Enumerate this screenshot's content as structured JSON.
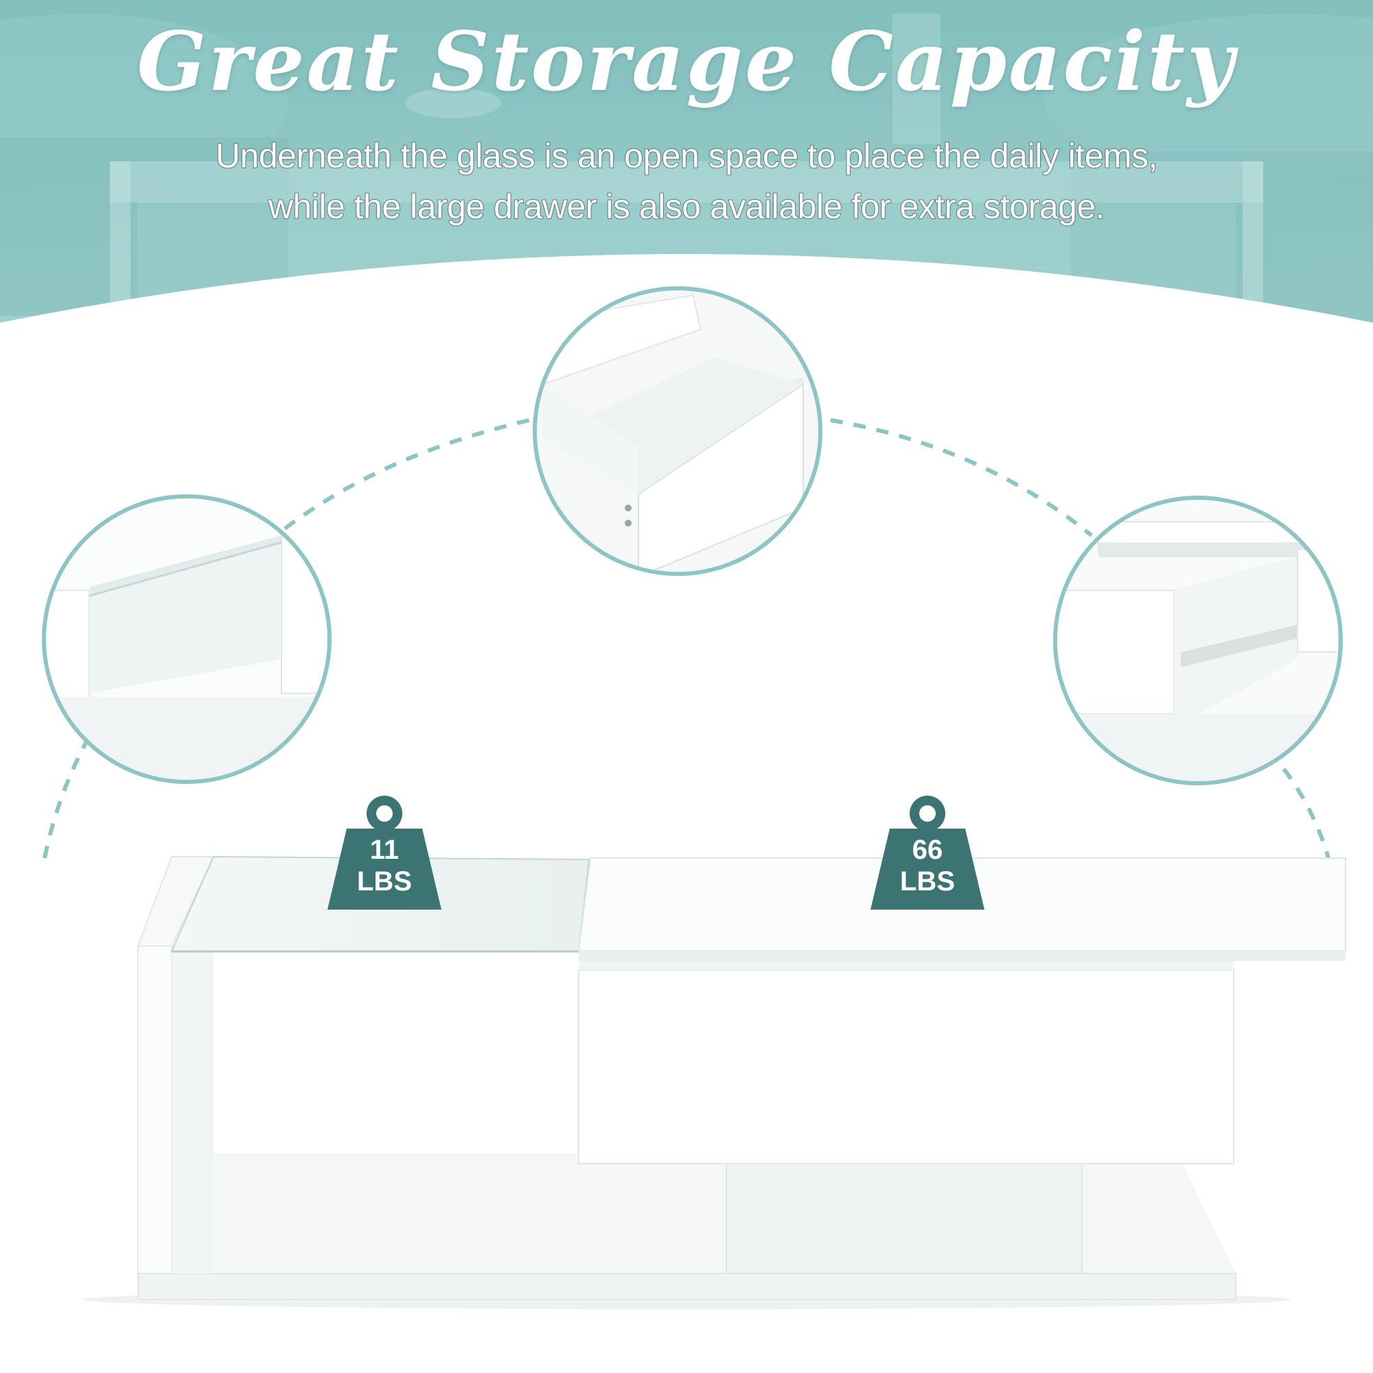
{
  "header": {
    "title": "Great Storage Capacity",
    "subtitle_line1": "Underneath the glass is an open space to place the daily items,",
    "subtitle_line2": "while the large drawer is also available for extra storage."
  },
  "weights": [
    {
      "value": "11",
      "unit": "LBS"
    },
    {
      "value": "66",
      "unit": "LBS"
    }
  ],
  "colors": {
    "banner_teal": "#8cc7c5",
    "accent_dark_teal": "#3b7473",
    "dashed_line": "#8fc4c4",
    "product_white": "#ffffff"
  },
  "icons": {
    "weight": "kettlebell-weight-icon"
  }
}
